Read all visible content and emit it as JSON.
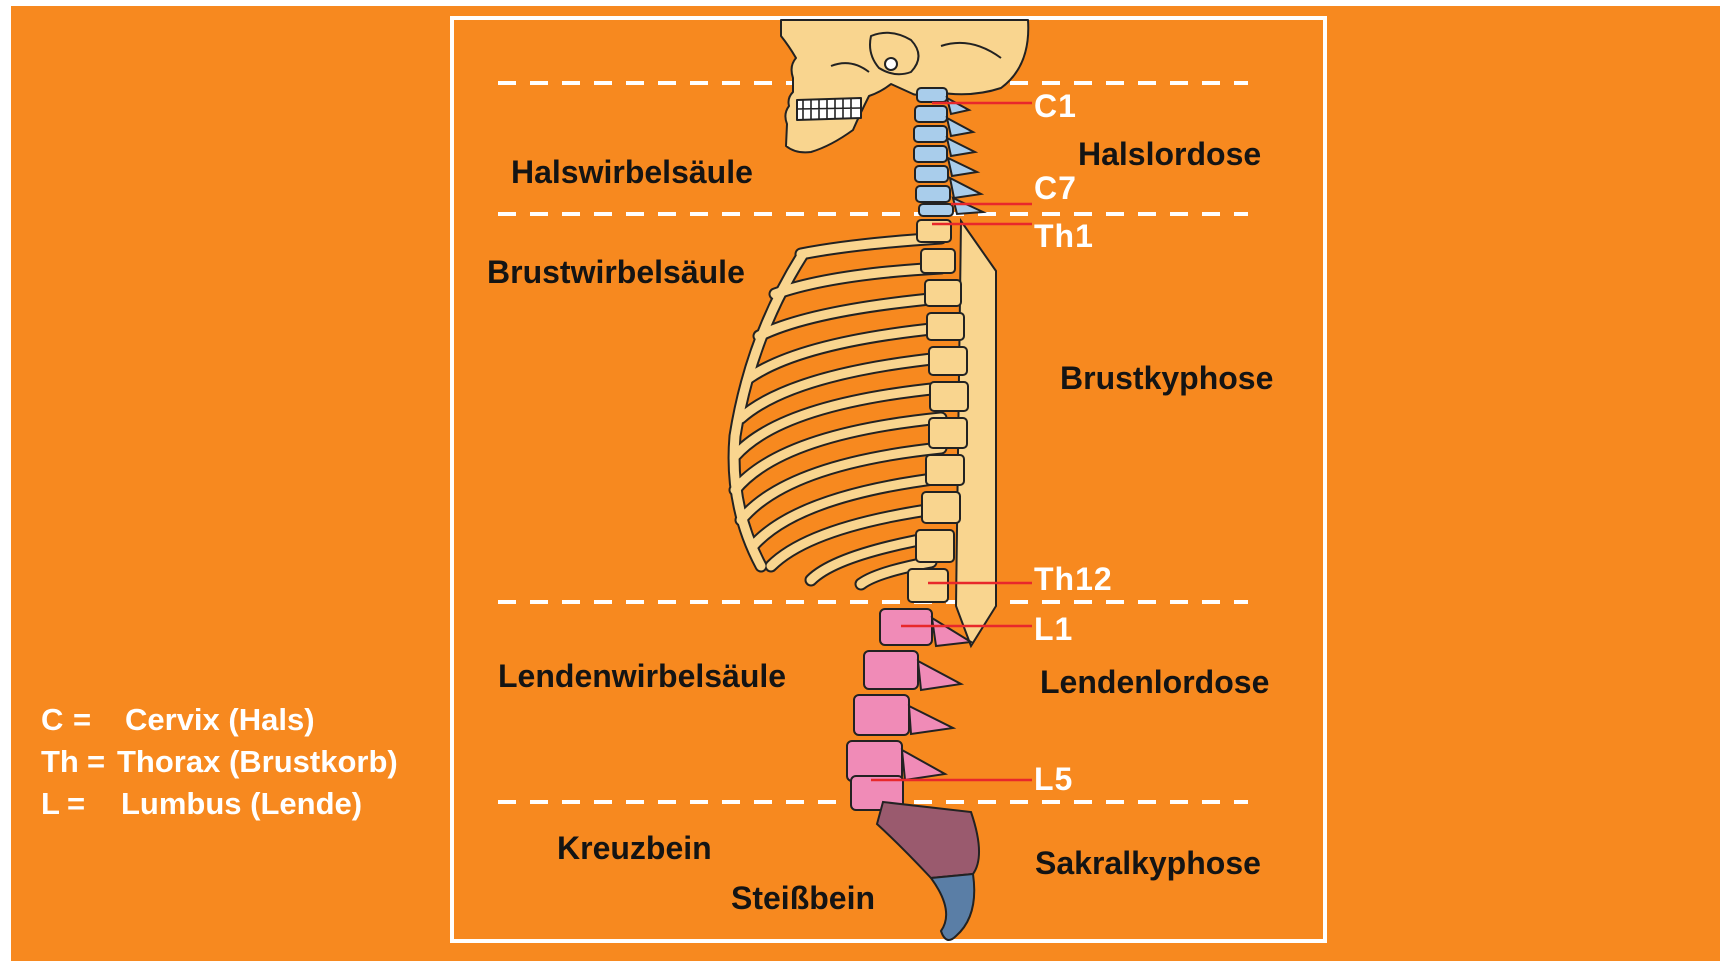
{
  "regions": {
    "cervical": "Halswirbelsäule",
    "thoracic": "Brustwirbelsäule",
    "lumbar": "Lendenwirbelsäule",
    "sacrum": "Kreuzbein",
    "coccyx": "Steißbein"
  },
  "curvatures": {
    "cervical": "Halslordose",
    "thoracic": "Brustkyphose",
    "lumbar": "Lendenlordose",
    "sacral": "Sakralkyphose"
  },
  "vertebra_labels": {
    "c1": "C1",
    "c7": "C7",
    "th1": "Th1",
    "th12": "Th12",
    "l1": "L1",
    "l5": "L5"
  },
  "legend": [
    {
      "abbr": "C",
      "eq": "=",
      "text": "Cervix (Hals)"
    },
    {
      "abbr": "Th",
      "eq": "=",
      "text": "Thorax (Brustkorb)"
    },
    {
      "abbr": "L",
      "eq": "=",
      "text": "Lumbus (Lende)"
    }
  ],
  "colors": {
    "background": "#F7891F",
    "frame": "#FFFFFF",
    "cervical_vertebrae": "#A9CDEB",
    "thoracic_bone": "#F9D58F",
    "lumbar_vertebrae": "#F08BB7",
    "sacrum": "#9A5A6E",
    "coccyx": "#5A7EA6",
    "leader_lines": "#E8282B"
  }
}
